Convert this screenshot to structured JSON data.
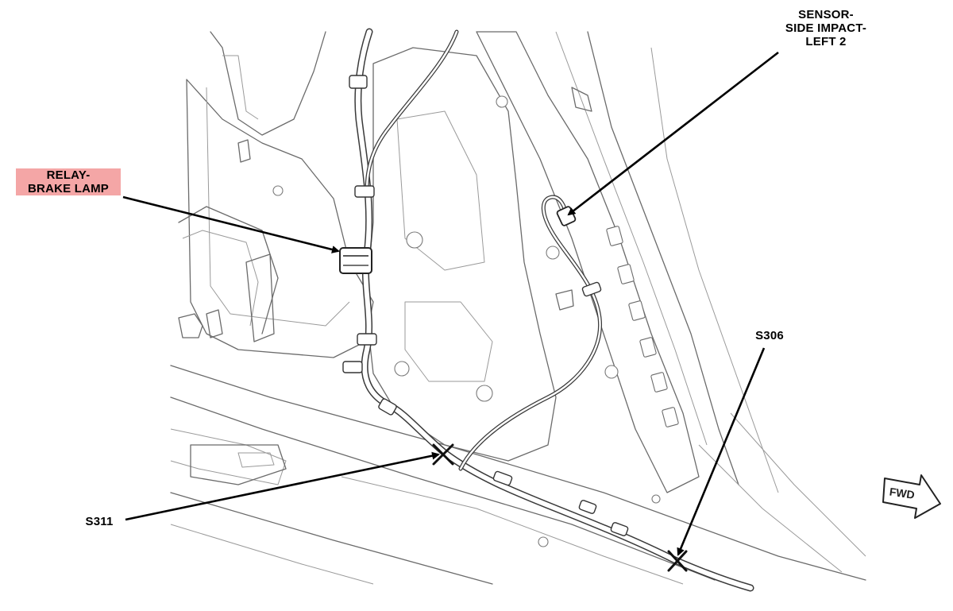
{
  "callouts": {
    "relay": {
      "line1": "RELAY-",
      "line2": "BRAKE LAMP",
      "highlight_color": "#f4a6a6"
    },
    "sensor": {
      "line1": "SENSOR-",
      "line2": "SIDE IMPACT-",
      "line3": "LEFT 2"
    },
    "s306": "S306",
    "s311": "S311"
  },
  "fwd_indicator": {
    "text": "FWD"
  }
}
